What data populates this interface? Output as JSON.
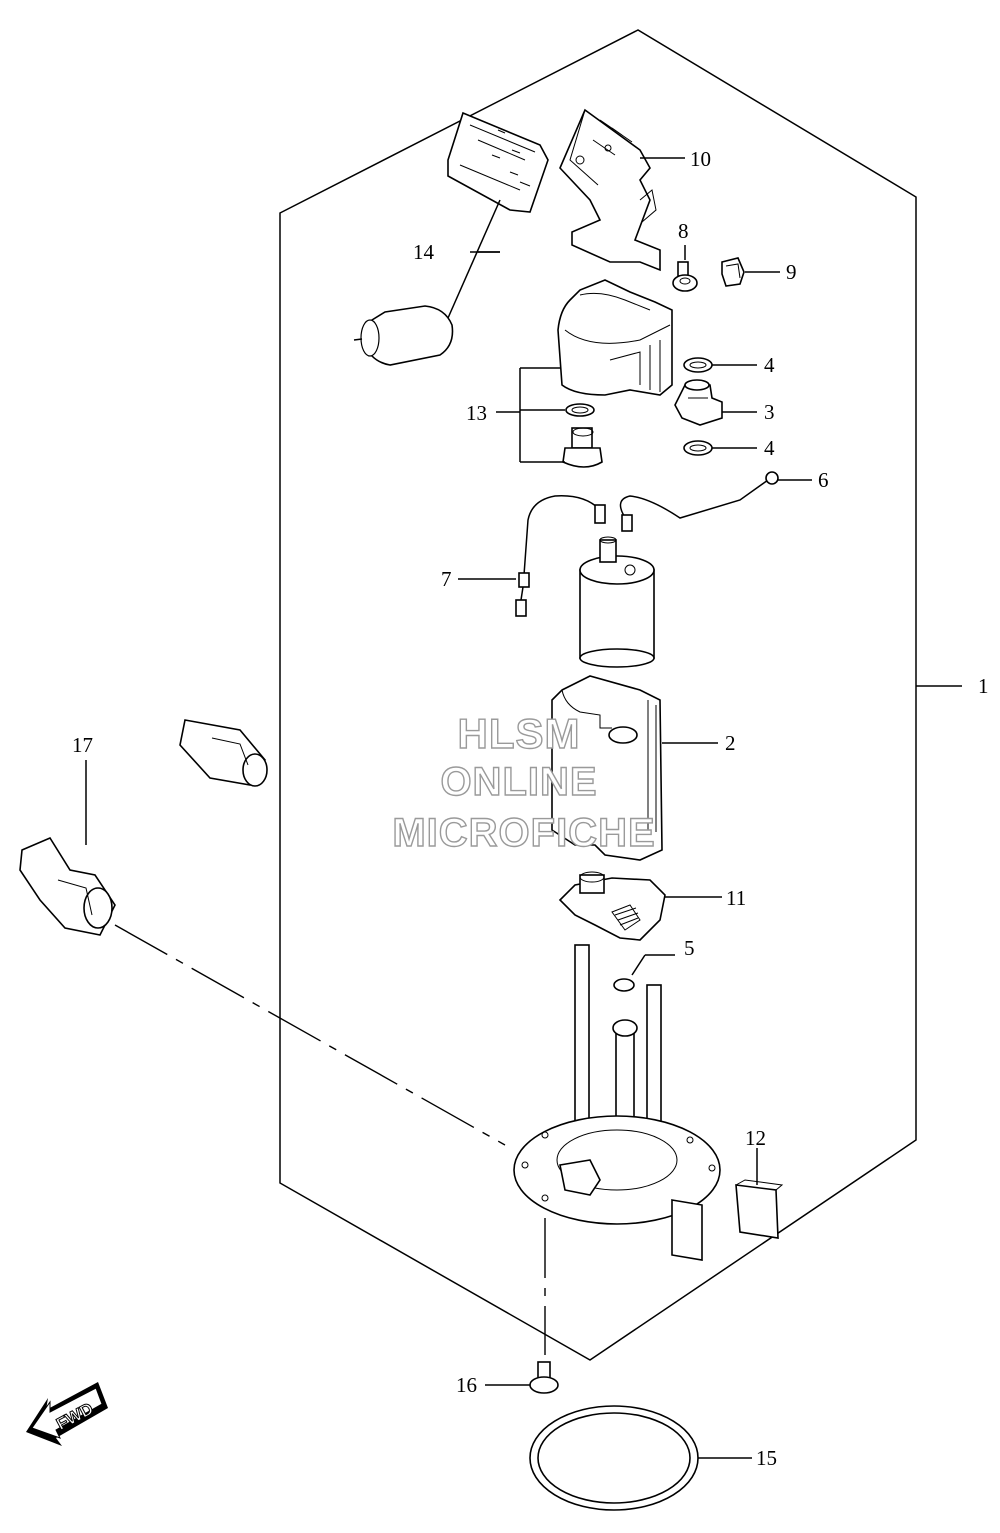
{
  "watermark": {
    "line1": "HLSM",
    "line2": "ONLINE",
    "line3": "MICROFICHE"
  },
  "direction_label": "FWD",
  "callouts": [
    {
      "id": "1",
      "label": "1"
    },
    {
      "id": "2",
      "label": "2"
    },
    {
      "id": "3",
      "label": "3"
    },
    {
      "id": "4a",
      "label": "4"
    },
    {
      "id": "4b",
      "label": "4"
    },
    {
      "id": "5",
      "label": "5"
    },
    {
      "id": "6",
      "label": "6"
    },
    {
      "id": "7",
      "label": "7"
    },
    {
      "id": "8",
      "label": "8"
    },
    {
      "id": "9",
      "label": "9"
    },
    {
      "id": "10",
      "label": "10"
    },
    {
      "id": "11",
      "label": "11"
    },
    {
      "id": "12",
      "label": "12"
    },
    {
      "id": "13",
      "label": "13"
    },
    {
      "id": "14",
      "label": "14"
    },
    {
      "id": "15",
      "label": "15"
    },
    {
      "id": "16",
      "label": "16"
    },
    {
      "id": "17",
      "label": "17"
    }
  ]
}
